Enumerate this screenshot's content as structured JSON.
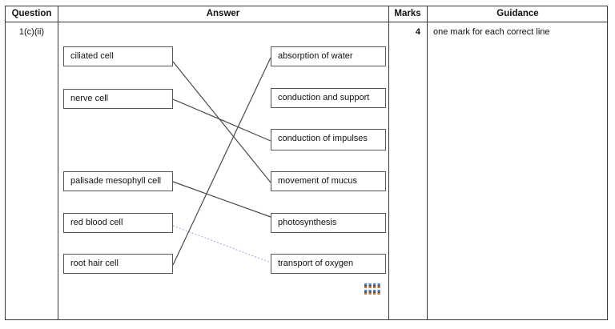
{
  "table": {
    "headers": {
      "question": "Question",
      "answer": "Answer",
      "marks": "Marks",
      "guidance": "Guidance"
    },
    "row": {
      "question_id": "1(c)(ii)",
      "marks": "4",
      "guidance": "one mark for each correct line"
    }
  },
  "matching": {
    "left_items": [
      "ciliated cell",
      "nerve cell",
      "palisade mesophyll cell",
      "red blood cell",
      "root hair cell"
    ],
    "right_items": [
      "absorption of water",
      "conduction and support",
      "conduction of impulses",
      "movement of mucus",
      "photosynthesis",
      "transport of oxygen"
    ],
    "connections": [
      {
        "from": "ciliated cell",
        "to": "movement of mucus",
        "style": "solid"
      },
      {
        "from": "nerve cell",
        "to": "conduction of impulses",
        "style": "solid"
      },
      {
        "from": "palisade mesophyll cell",
        "to": "photosynthesis",
        "style": "solid"
      },
      {
        "from": "red blood cell",
        "to": "transport of oxygen",
        "style": "dotted"
      },
      {
        "from": "root hair cell",
        "to": "absorption of water",
        "style": "solid"
      }
    ],
    "line_colors": {
      "solid": "#4a4a4a",
      "dotted": "#94abdc"
    }
  },
  "artifact": {
    "icon": "grid-dots-icon",
    "colors": [
      "#4f81c7",
      "#333333",
      "#bf7b3f"
    ]
  }
}
